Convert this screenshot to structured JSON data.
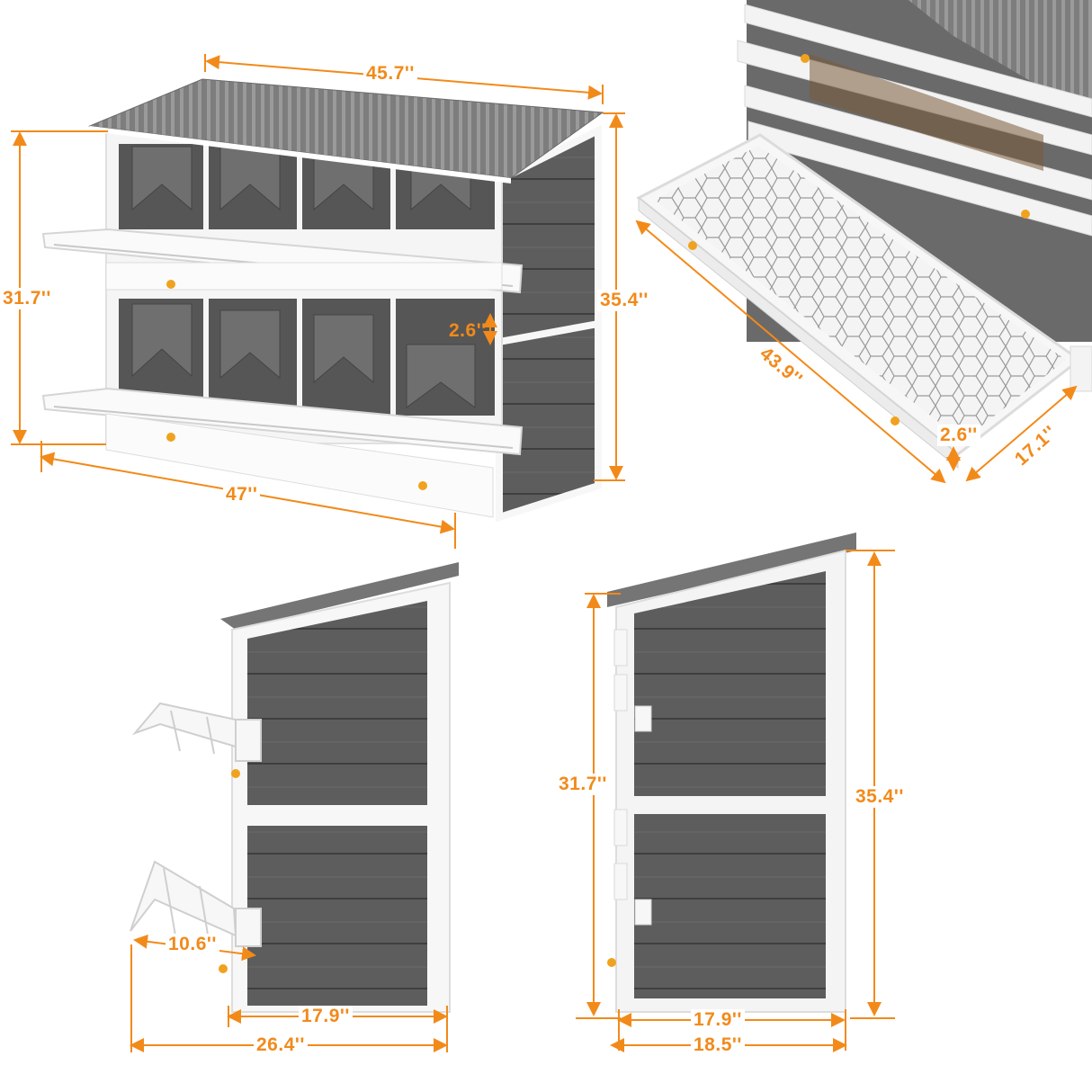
{
  "dimensions": {
    "front_width_top": "45.7''",
    "front_width_bottom": "47''",
    "front_height_left": "31.7''",
    "front_height_right": "35.4''",
    "perch_gap": "2.6''",
    "tray_length": "43.9''",
    "tray_depth": "17.1''",
    "tray_lip": "2.6''",
    "side_perch_depth": "10.6''",
    "side_inner_depth": "17.9''",
    "side_total_depth": "26.4''",
    "back_height_left": "31.7''",
    "back_height_right": "35.4''",
    "back_inner_depth": "17.9''",
    "back_total_depth": "18.5''"
  },
  "colors": {
    "dimension_accent": "#f28a1a",
    "panel_gray": "#5c5c5c",
    "frame_white": "#f7f7f7",
    "roof_gray": "#7a7a7a",
    "knob_amber": "#f0a21e"
  }
}
